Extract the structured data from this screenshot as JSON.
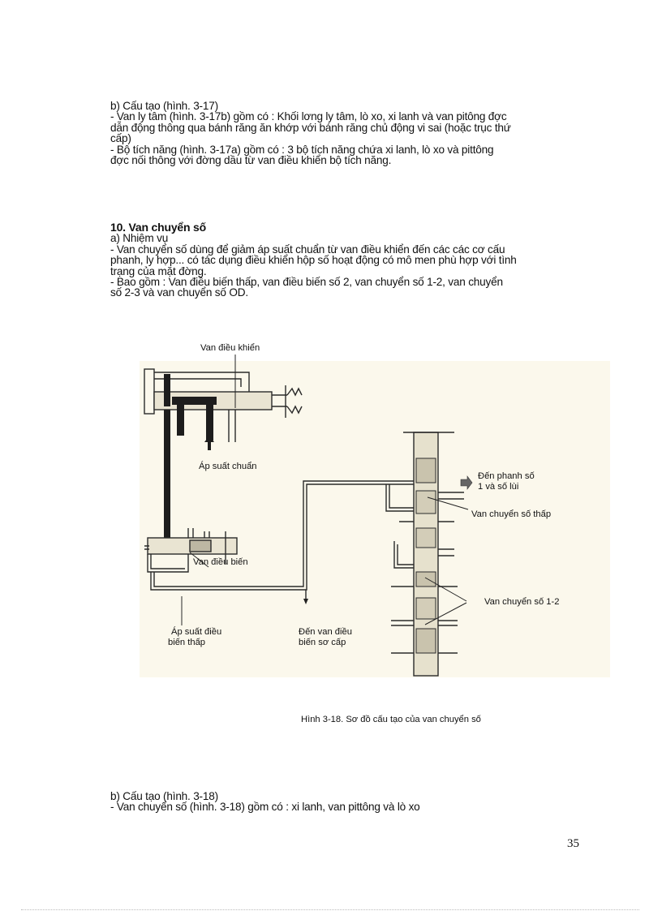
{
  "section_b_317": {
    "heading": "b) Cấu tạo (hình. 3-17)",
    "lines": [
      " - Van ly tâm (hình. 3-17b) gồm có : Khối lơng   ly tâm, lò xo, xi lanh và van pitông đợc",
      "dẫn động thông qua bánh răng ăn khớp với bánh răng chủ động vi sai (hoặc trục thứ",
      "cấp)",
      " - Bộ tích năng (hình. 3-17a)  gồm có :  3 bộ tích năng chứa xi lanh, lò xo và  pittông",
      "đợc   nối thông với đờng   dầu từ van điều khiển bộ tích năng."
    ]
  },
  "section_10": {
    "title": "10. Van chuyển số",
    "subheading": "a) Nhiệm vụ",
    "lines": [
      " - Van chuyển số dùng để giảm áp suất chuẩn từ van điều khiển đến các các cơ cấu",
      "phanh, ly hợp... có tác dụng điều khiển hộp số hoạt động có mô men phù hợp với tình",
      "trạng của mặt đờng.",
      " - Bao gồm : Van điều biến thấp, van điều biến số 2, van chuyển số 1-2, van chuyển",
      "số 2-3 và van chuyển số OD."
    ]
  },
  "figure": {
    "labels": {
      "control_valve": "Van điều khiển",
      "line_pressure": "Áp suất chuẩn",
      "modulator_valve": "Van điều biến",
      "low_modulator_pressure_1": "Áp suất điều",
      "low_modulator_pressure_2": "biến thấp",
      "to_primary_modulator_1": "Đến van điều",
      "to_primary_modulator_2": "biến sơ cấp",
      "to_brake_1": "Đến phanh số",
      "to_brake_2": "1 và số lùi",
      "low_shift_valve": "Van chuyển số thấp",
      "shift_valve_12": "Van chuyển số 1-2"
    },
    "caption": "Hình 3-18.  Sơ đồ cấu tạo của van chuyển số"
  },
  "section_b_318": {
    "heading": "b) Cấu tạo (hình. 3-18)",
    "lines": [
      " - Van chuyển số (hình. 3-18) gồm có : xi lanh, van pittông và lò xo"
    ]
  },
  "page_number": "35"
}
